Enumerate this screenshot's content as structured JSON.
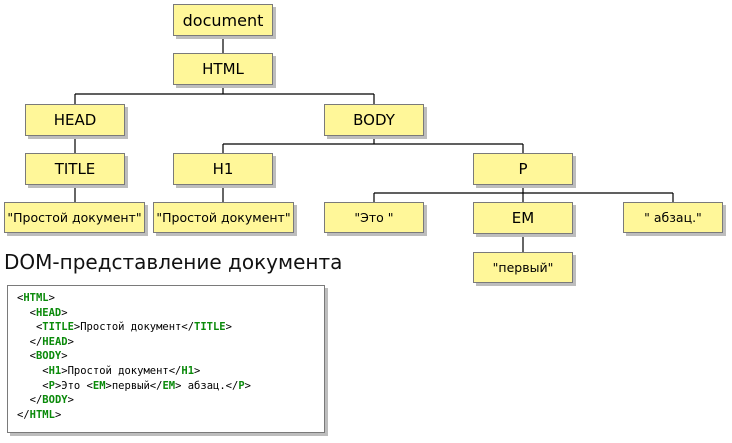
{
  "tree": {
    "document": "document",
    "html": "HTML",
    "head": "HEAD",
    "body": "BODY",
    "title": "TITLE",
    "h1": "H1",
    "p": "P",
    "title_text": "\"Простой документ\"",
    "h1_text": "\"Простой документ\"",
    "p_text1": "\"Это \"",
    "em": "EM",
    "p_text2": "\" абзац.\"",
    "em_text": "\"первый\""
  },
  "caption": "DOM-представление документа",
  "code": {
    "lines": [
      [
        {
          "t": "<"
        },
        {
          "t": "HTML",
          "tag": true
        },
        {
          "t": ">"
        }
      ],
      [
        {
          "t": "  <"
        },
        {
          "t": "HEAD",
          "tag": true
        },
        {
          "t": ">"
        }
      ],
      [
        {
          "t": "   <"
        },
        {
          "t": "TITLE",
          "tag": true
        },
        {
          "t": ">Простой документ</"
        },
        {
          "t": "TITLE",
          "tag": true
        },
        {
          "t": ">"
        }
      ],
      [
        {
          "t": "  </"
        },
        {
          "t": "HEAD",
          "tag": true
        },
        {
          "t": ">"
        }
      ],
      [
        {
          "t": "  <"
        },
        {
          "t": "BODY",
          "tag": true
        },
        {
          "t": ">"
        }
      ],
      [
        {
          "t": "    <"
        },
        {
          "t": "H1",
          "tag": true
        },
        {
          "t": ">Простой документ</"
        },
        {
          "t": "H1",
          "tag": true
        },
        {
          "t": ">"
        }
      ],
      [
        {
          "t": "    <"
        },
        {
          "t": "P",
          "tag": true
        },
        {
          "t": ">Это <"
        },
        {
          "t": "EM",
          "tag": true
        },
        {
          "t": ">первый</"
        },
        {
          "t": "EM",
          "tag": true
        },
        {
          "t": "> абзац.</"
        },
        {
          "t": "P",
          "tag": true
        },
        {
          "t": ">"
        }
      ],
      [
        {
          "t": "  </"
        },
        {
          "t": "BODY",
          "tag": true
        },
        {
          "t": ">"
        }
      ],
      [
        {
          "t": "</"
        },
        {
          "t": "HTML",
          "tag": true
        },
        {
          "t": ">"
        }
      ]
    ]
  },
  "colors": {
    "node_fill": "#fff799",
    "node_border": "#7a7a7a",
    "tag_green": "#0a8a0a"
  }
}
